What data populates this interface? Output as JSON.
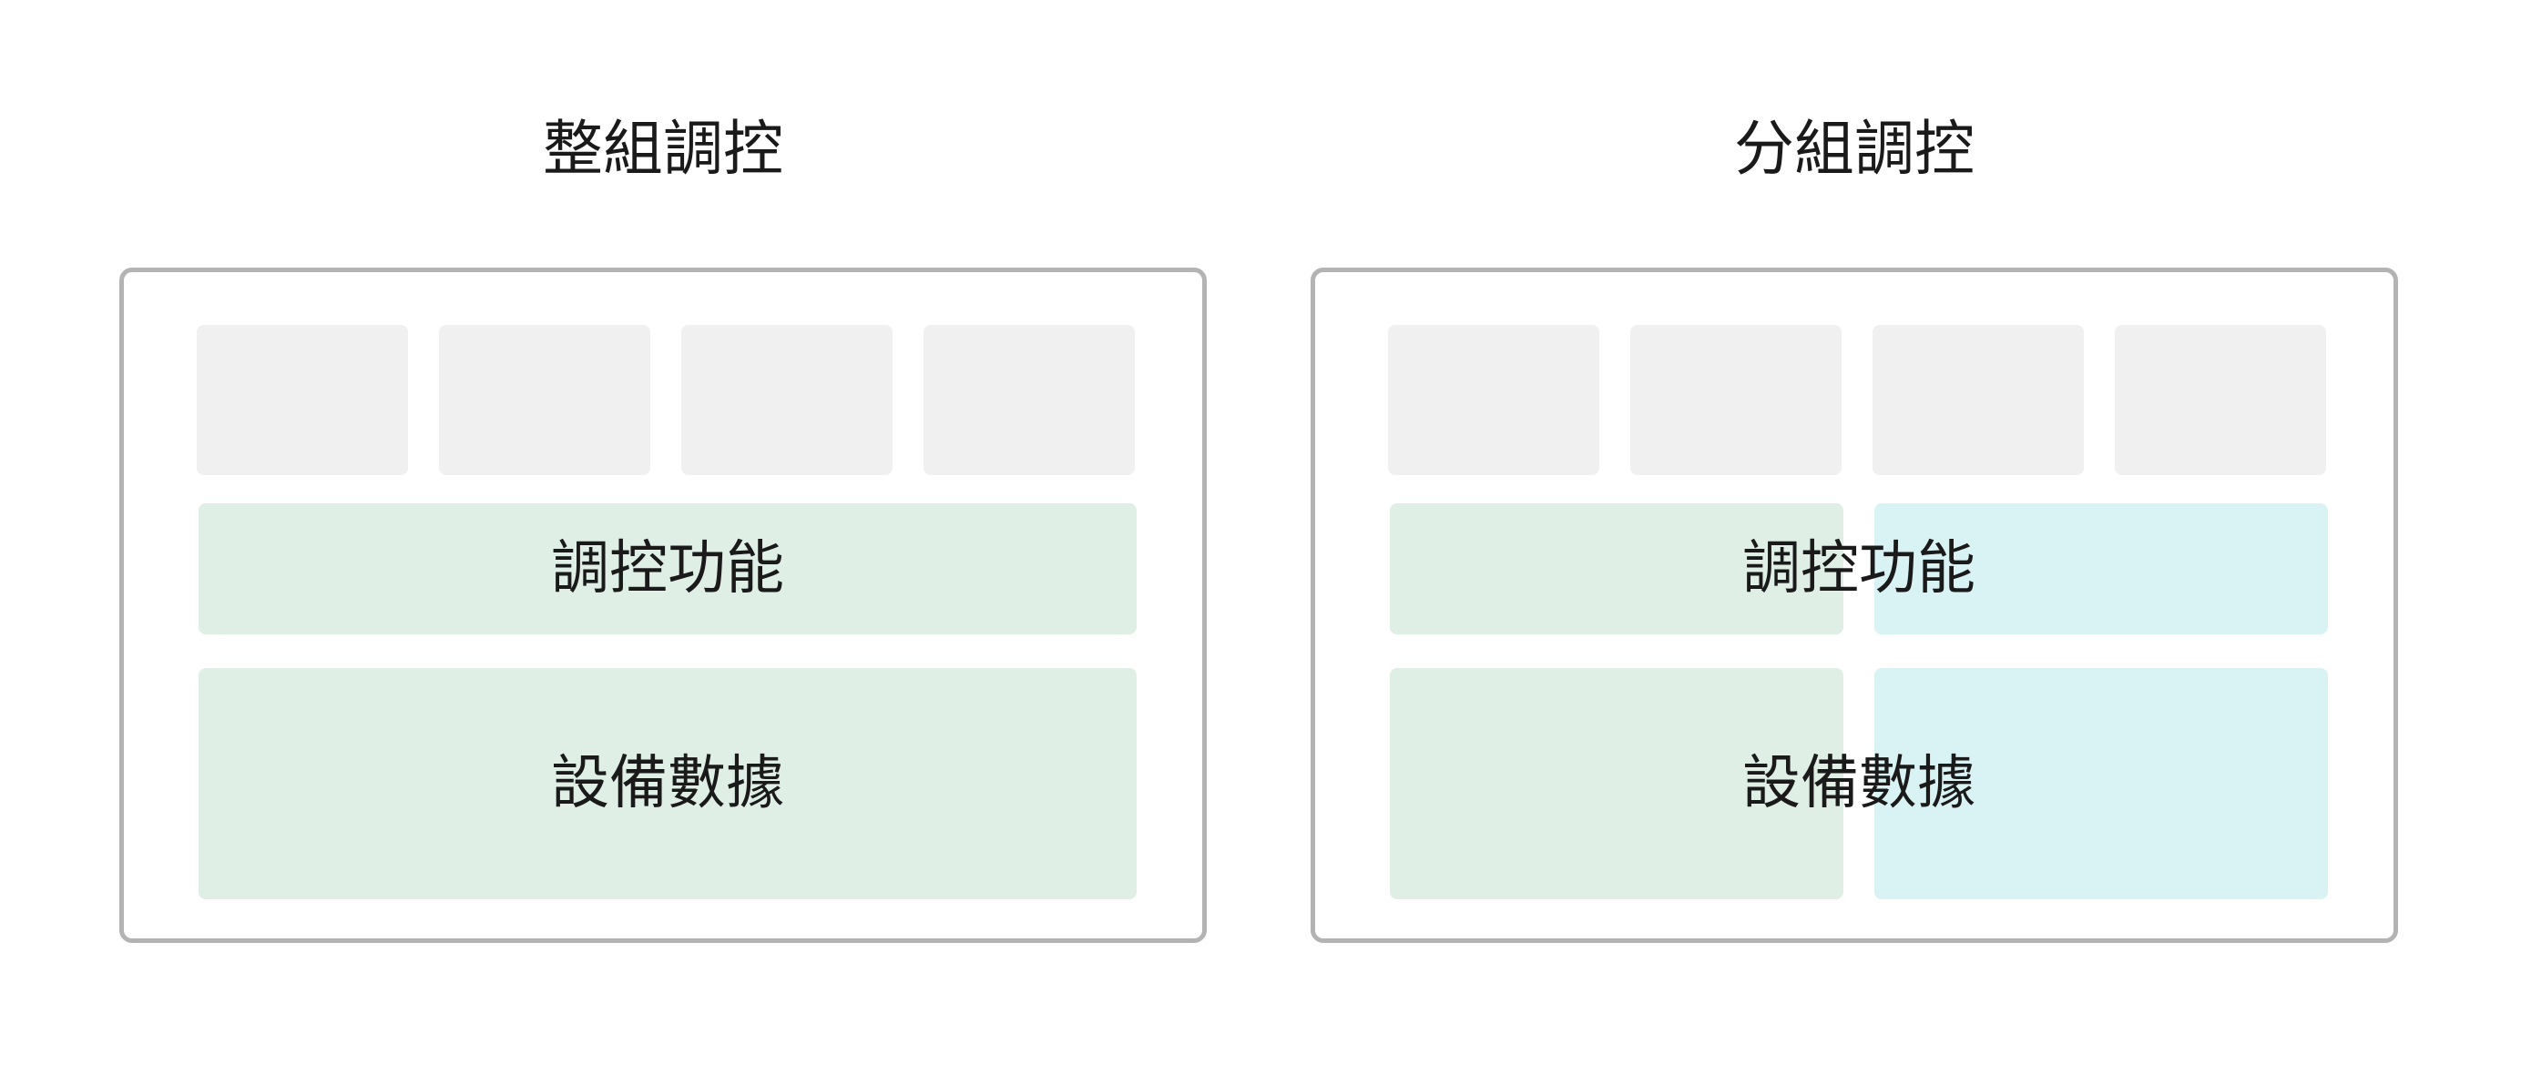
{
  "panels": [
    {
      "title": "整組調控",
      "tiles": [
        "",
        "",
        "",
        ""
      ],
      "function_label": "調控功能",
      "data_label": "設備數據",
      "block_colors": [
        "#dfefe6"
      ]
    },
    {
      "title": "分組調控",
      "tiles": [
        "",
        "",
        "",
        ""
      ],
      "function_label": "調控功能",
      "data_label": "設備數據",
      "block_colors": [
        "#dfefe6",
        "#d9f2f4"
      ]
    }
  ],
  "colors": {
    "frame_border": "#b3b3b3",
    "tile": "#f0f0f0",
    "group_a": "#dfefe6",
    "group_b": "#d9f2f4",
    "text": "#1a1a1a"
  }
}
